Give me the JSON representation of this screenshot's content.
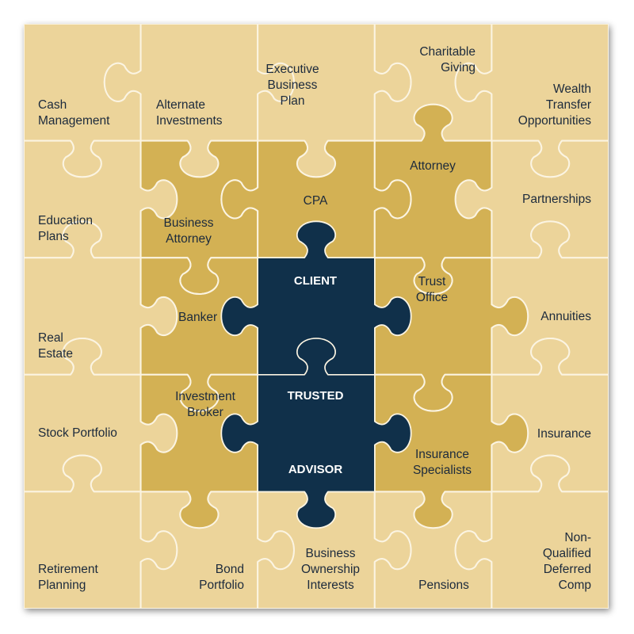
{
  "colors": {
    "outer_piece": "#ecd49a",
    "inner_piece": "#d3b154",
    "client_piece": "#10304a",
    "seam": "#fbf4e2",
    "text": "#1c2a3c",
    "center_text": "#ffffff"
  },
  "pieces": {
    "cash_management": [
      "Cash",
      "Management"
    ],
    "alternate_investments": [
      "Alternate",
      "Investments"
    ],
    "executive_business_plan": [
      "Executive",
      "Business",
      "Plan"
    ],
    "charitable_giving": [
      "Charitable",
      "Giving"
    ],
    "wealth_transfer": [
      "Wealth",
      "Transfer",
      "Opportunities"
    ],
    "education_plans": [
      "Education",
      "Plans"
    ],
    "business_attorney": [
      "Business",
      "Attorney"
    ],
    "cpa": [
      "CPA"
    ],
    "attorney": [
      "Attorney"
    ],
    "partnerships": [
      "Partnerships"
    ],
    "real_estate": [
      "Real",
      "Estate"
    ],
    "banker": [
      "Banker"
    ],
    "client": [
      "CLIENT"
    ],
    "trust_office": [
      "Trust",
      "Office"
    ],
    "annuities": [
      "Annuities"
    ],
    "stock_portfolio": [
      "Stock Portfolio"
    ],
    "investment_broker": [
      "Investment",
      "Broker"
    ],
    "trusted": [
      "TRUSTED"
    ],
    "insurance_specialists": [
      "Insurance",
      "Specialists"
    ],
    "insurance": [
      "Insurance"
    ],
    "retirement_planning": [
      "Retirement",
      "Planning"
    ],
    "bond_portfolio": [
      "Bond",
      "Portfolio"
    ],
    "advisor": [
      "ADVISOR"
    ],
    "business_ownership": [
      "Business",
      "Ownership",
      "Interests"
    ],
    "pensions": [
      "Pensions"
    ],
    "non_qualified": [
      "Non-",
      "Qualified",
      "Deferred",
      "Comp"
    ]
  }
}
